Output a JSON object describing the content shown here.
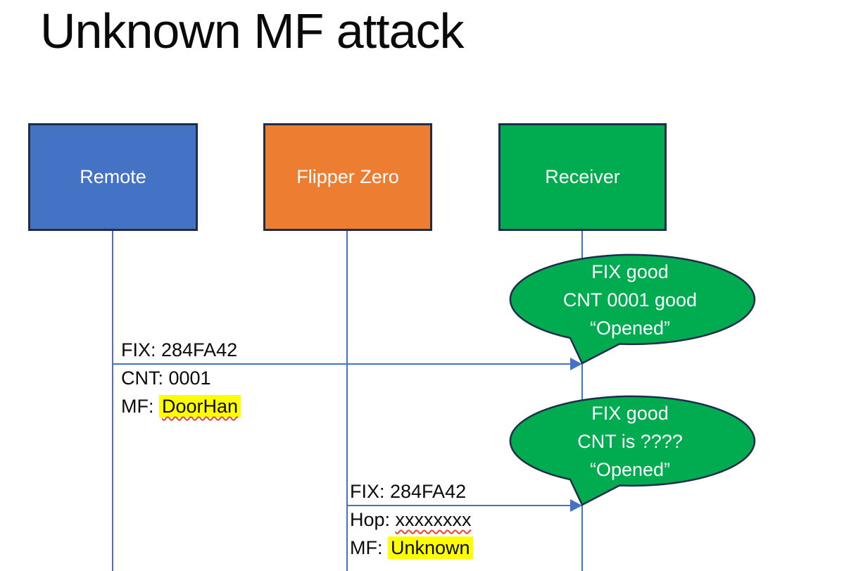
{
  "title": "Unknown MF attack",
  "colors": {
    "remote_fill": "#4472C4",
    "flipper_fill": "#ED7D31",
    "receiver_fill": "#00AC4F",
    "bubble_fill": "#00AC4F",
    "shape_border": "#1F2D4D",
    "line_blue": "#4472C4",
    "highlight_yellow": "#FFFF00",
    "squiggle_red": "#E2452D",
    "text_white": "#FFFFFF",
    "text_black": "#0A0A0A"
  },
  "actors": [
    {
      "id": "remote",
      "label": "Remote"
    },
    {
      "id": "flipper-zero",
      "label": "Flipper Zero"
    },
    {
      "id": "receiver",
      "label": "Receiver"
    }
  ],
  "messages": [
    {
      "from": "remote",
      "to": "receiver",
      "lines": [
        {
          "text": "FIX: 284FA42"
        },
        {
          "text": "CNT: 0001"
        },
        {
          "prefix": "MF: ",
          "emphasis": "DoorHan",
          "highlight": true,
          "squiggle": true
        }
      ]
    },
    {
      "from": "flipper-zero",
      "to": "receiver",
      "lines": [
        {
          "text": "FIX: 284FA42"
        },
        {
          "prefix": "Hop: ",
          "emphasis": "xxxxxxxx",
          "highlight": false,
          "squiggle": true
        },
        {
          "prefix": "MF: ",
          "emphasis": "Unknown",
          "highlight": true,
          "squiggle": false
        }
      ]
    }
  ],
  "callouts": [
    {
      "speaker": "receiver",
      "lines": [
        "FIX good",
        "CNT 0001 good",
        "“Opened”"
      ]
    },
    {
      "speaker": "receiver",
      "lines": [
        "FIX good",
        "CNT is ????",
        "“Opened”"
      ]
    }
  ]
}
